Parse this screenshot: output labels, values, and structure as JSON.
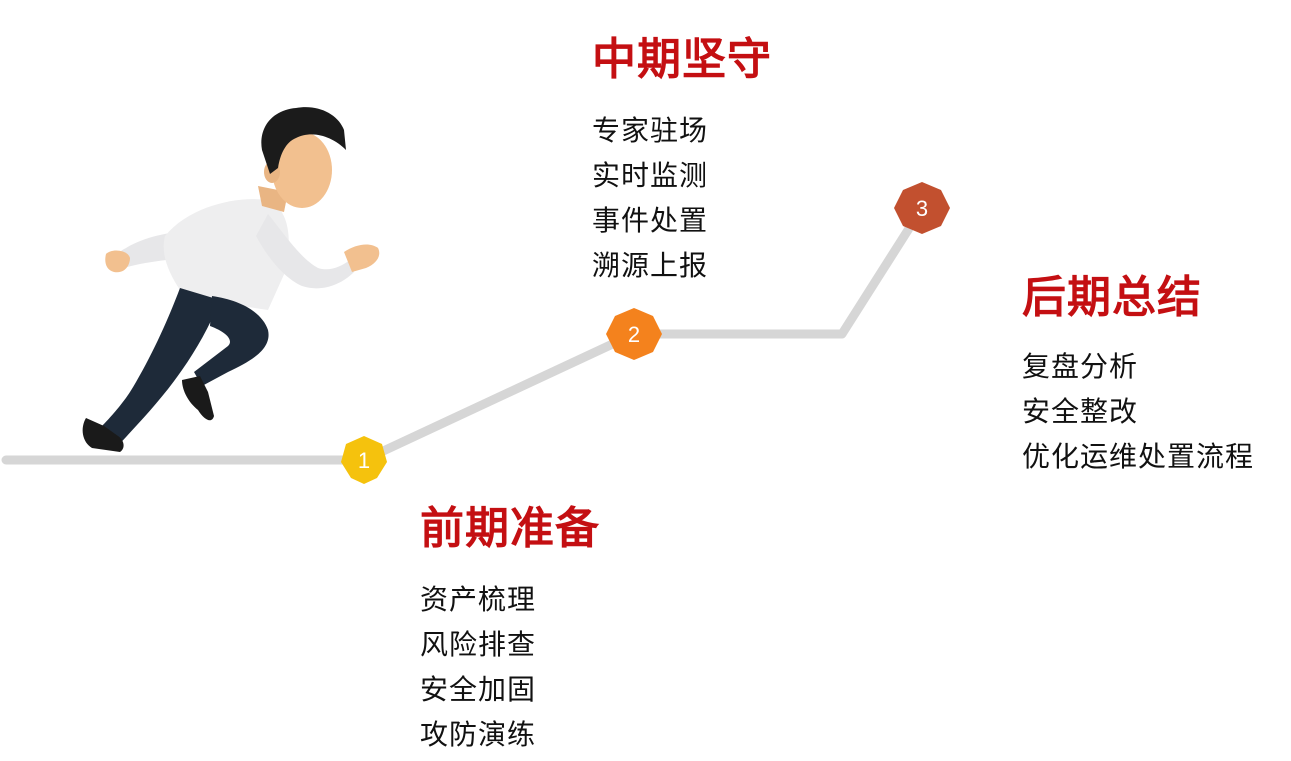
{
  "colors": {
    "title_red": "#c40f12",
    "path_gray": "#d6d6d6",
    "step1": "#f5c20d",
    "step2": "#f4821d",
    "step3": "#c2502f"
  },
  "markers": [
    {
      "label": "1"
    },
    {
      "label": "2"
    },
    {
      "label": "3"
    }
  ],
  "phases": {
    "early": {
      "title": "前期准备",
      "items": [
        "资产梳理",
        "风险排查",
        "安全加固",
        "攻防演练"
      ]
    },
    "middle": {
      "title": "中期坚守",
      "items": [
        "专家驻场",
        "实时监测",
        "事件处置",
        "溯源上报"
      ]
    },
    "late": {
      "title": "后期总结",
      "items": [
        "复盘分析",
        "安全整改",
        "优化运维处置流程"
      ]
    }
  }
}
